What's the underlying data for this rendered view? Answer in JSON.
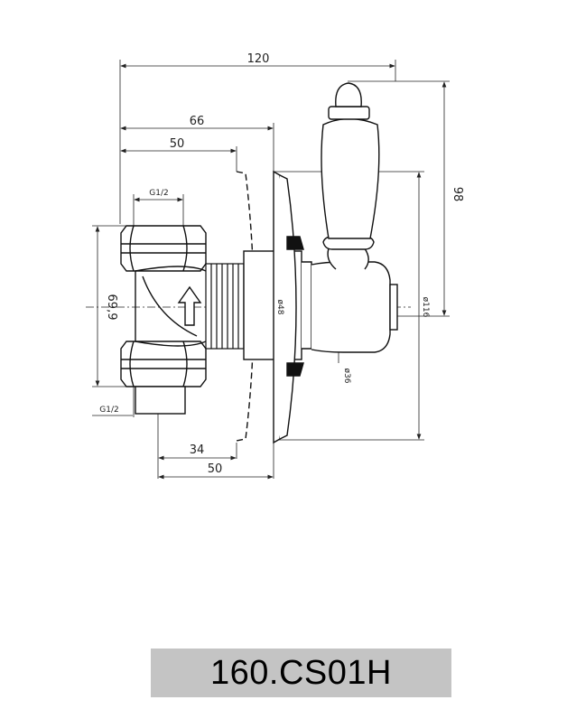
{
  "product_code": "160.CS01H",
  "dimensions": {
    "overall_width": "120",
    "to_plate": "66",
    "body_top": "50",
    "body_bottom": "50",
    "outlet_offset": "34",
    "handle_height": "98",
    "body_height": "69,9",
    "thread_top": "G1/2",
    "thread_bottom": "G1/2",
    "dia_sleeve": "ø48",
    "dia_plate": "ø116",
    "dia_stem": "ø36"
  }
}
